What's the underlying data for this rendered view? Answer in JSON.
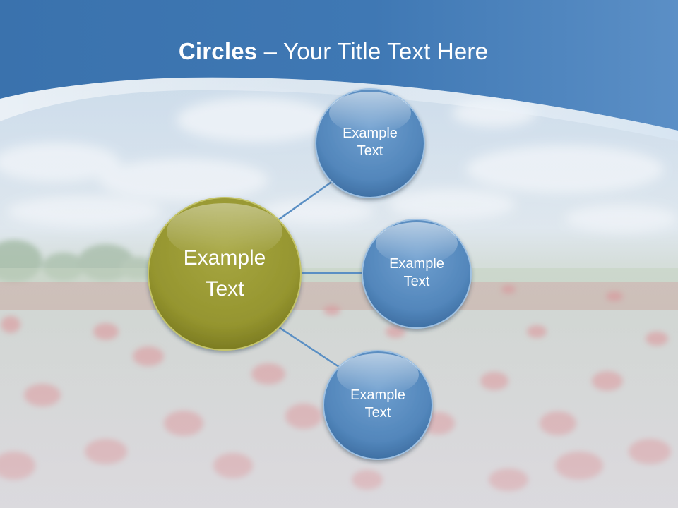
{
  "title": {
    "bold": "Circles",
    "rest": " – Your Title Text Here"
  },
  "diagram": {
    "center": {
      "line1": "Example",
      "line2": "Text",
      "color": "#9a9a34"
    },
    "satellites": [
      {
        "line1": "Example",
        "line2": "Text"
      },
      {
        "line1": "Example",
        "line2": "Text"
      },
      {
        "line1": "Example",
        "line2": "Text"
      }
    ],
    "satellite_color": "#5b8dc0",
    "connector_color": "#5a8fc4"
  },
  "colors": {
    "banner": "#3f78b4",
    "banner_light": "#5b8fc6"
  }
}
